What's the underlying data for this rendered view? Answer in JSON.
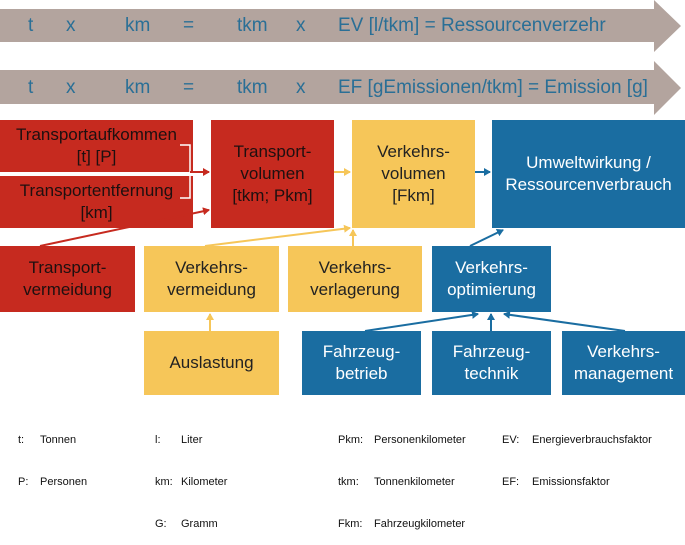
{
  "formula_arrows": [
    {
      "tokens": [
        "t",
        "x",
        "km",
        "=",
        "tkm",
        "x",
        "EV [l/tkm] = Ressourcenverzehr"
      ]
    },
    {
      "tokens": [
        "t",
        "x",
        "km",
        "=",
        "tkm",
        "x",
        "EF [gEmissionen/tkm] = Emission [g]"
      ]
    }
  ],
  "boxes": {
    "transportaufkommen": "Transportaufkommen\n[t] [P]",
    "transportentfernung": "Transportentfernung\n[km]",
    "transportvolumen": "Transport-\nvolumen\n[tkm; Pkm]",
    "verkehrsvolumen": "Verkehrs-\nvolumen\n[Fkm]",
    "umweltwirkung": "Umweltwirkung /\nRessourcenverbrauch",
    "transportvermeidung": "Transport-\nvermeidung",
    "verkehrsvermeidung": "Verkehrs-\nvermeidung",
    "verkehrsverlagerung": "Verkehrs-\nverlagerung",
    "verkehrsoptimierung": "Verkehrs-\noptimierung",
    "auslastung": "Auslastung",
    "fahrzeugbetrieb": "Fahrzeug-\nbetrieb",
    "fahrzeugtechnik": "Fahrzeug-\ntechnik",
    "verkehrsmanagement": "Verkehrs-\nmanagement"
  },
  "legend": {
    "col1": [
      [
        "t:",
        "Tonnen"
      ],
      [
        "P:",
        "Personen"
      ]
    ],
    "col2": [
      [
        "l:",
        "Liter"
      ],
      [
        "km:",
        "Kilometer"
      ],
      [
        "G:",
        "Gramm"
      ]
    ],
    "col3": [
      [
        "Pkm:",
        "Personenkilometer"
      ],
      [
        "tkm:",
        "Tonnenkilometer"
      ],
      [
        "Fkm:",
        "Fahrzeugkilometer"
      ]
    ],
    "col4": [
      [
        "EV:",
        "Energieverbrauchsfaktor"
      ],
      [
        "EF:",
        "Emissionsfaktor"
      ]
    ]
  },
  "colors": {
    "arrow_band": "#b3a49e",
    "red": "#c62a1f",
    "yellow": "#f6c659",
    "blue": "#1a6da1",
    "formula_text": "#2a6f96"
  }
}
